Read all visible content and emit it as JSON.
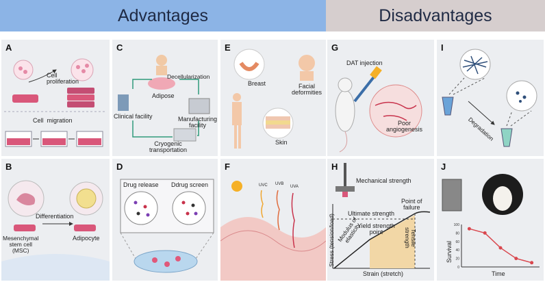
{
  "headers": {
    "advantages": "Advantages",
    "disadvantages": "Disadvantages"
  },
  "colors": {
    "advantages_bg": "#8cb4e6",
    "disadvantages_bg": "#d6cece",
    "panel_bg": "#eceef1",
    "tissue_pink": "#d9577a",
    "accent_red": "#c8324b"
  },
  "panels": {
    "A": {
      "letter": "A",
      "cell_proliferation": "Cell\nproliferation",
      "cell_migration": "Cell  migration"
    },
    "B": {
      "letter": "B",
      "differentiation": "Differentiation",
      "msc": "Mesenchymal\nstem cell\n(MSC)",
      "adipocyte": "Adipocyte"
    },
    "C": {
      "letter": "C",
      "adipose": "Adipose",
      "decellularization": "Decellularization",
      "manufacturing": "Manufacturing\nfacility",
      "cryogenic": "Cryogenic\ntransportation",
      "clinical": "Clinical facility"
    },
    "D": {
      "letter": "D",
      "drug_release": "Drug release",
      "drug_screen": "Ddrug screen"
    },
    "E": {
      "letter": "E",
      "breast": "Breast",
      "facial": "Facial\ndeformities",
      "skin": "Skin"
    },
    "F": {
      "letter": "F",
      "uvc": "UVC",
      "uvb": "UVB",
      "uva": "UVA"
    },
    "G": {
      "letter": "G",
      "dat_injection": "DAT injection",
      "poor_angiogenesis": "Poor\nangiogenesis"
    },
    "H": {
      "letter": "H",
      "mechanical_strength": "Mechanical strength",
      "ultimate_strength": "Ultimate strength",
      "point_of_failure": "Point of\nfailure",
      "yield_strength": "Yield strength\npoint",
      "modulus": "Modulus of\nelasticity",
      "tensile": "Tensile\nstrength",
      "y_axis": "Stress (tension/load)",
      "x_axis": "Strain (stretch)"
    },
    "I": {
      "letter": "I",
      "degradation": "Degradation"
    },
    "J": {
      "letter": "J",
      "survival": "Survival",
      "time": "Time",
      "y_ticks": [
        "100",
        "80",
        "60",
        "40",
        "20",
        "0"
      ]
    }
  },
  "chart_data": {
    "type": "line",
    "title": "",
    "xlabel": "Time",
    "ylabel": "Survival",
    "ylim": [
      0,
      100
    ],
    "y_ticks": [
      0,
      20,
      40,
      60,
      80,
      100
    ],
    "x": [
      1,
      2,
      3,
      4,
      5
    ],
    "series": [
      {
        "values": [
          90,
          80,
          45,
          20,
          10
        ]
      }
    ]
  }
}
